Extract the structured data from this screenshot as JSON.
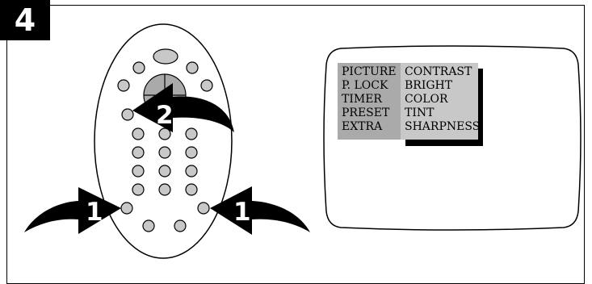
{
  "step": {
    "number": "4"
  },
  "callouts": [
    "1",
    "1",
    "2"
  ],
  "tv_menu": {
    "main_items": [
      "PICTURE",
      "P. LOCK",
      "TIMER",
      "PRESET",
      "EXTRA"
    ],
    "sub_items": [
      "CONTRAST",
      "BRIGHT",
      "COLOR",
      "TINT",
      "SHARPNESS"
    ]
  },
  "colors": {
    "button_fill": "#c8c8c8",
    "menu_main_bg": "#aaaaaa",
    "menu_sub_bg": "#c8c8c8",
    "shadow": "#000000"
  }
}
